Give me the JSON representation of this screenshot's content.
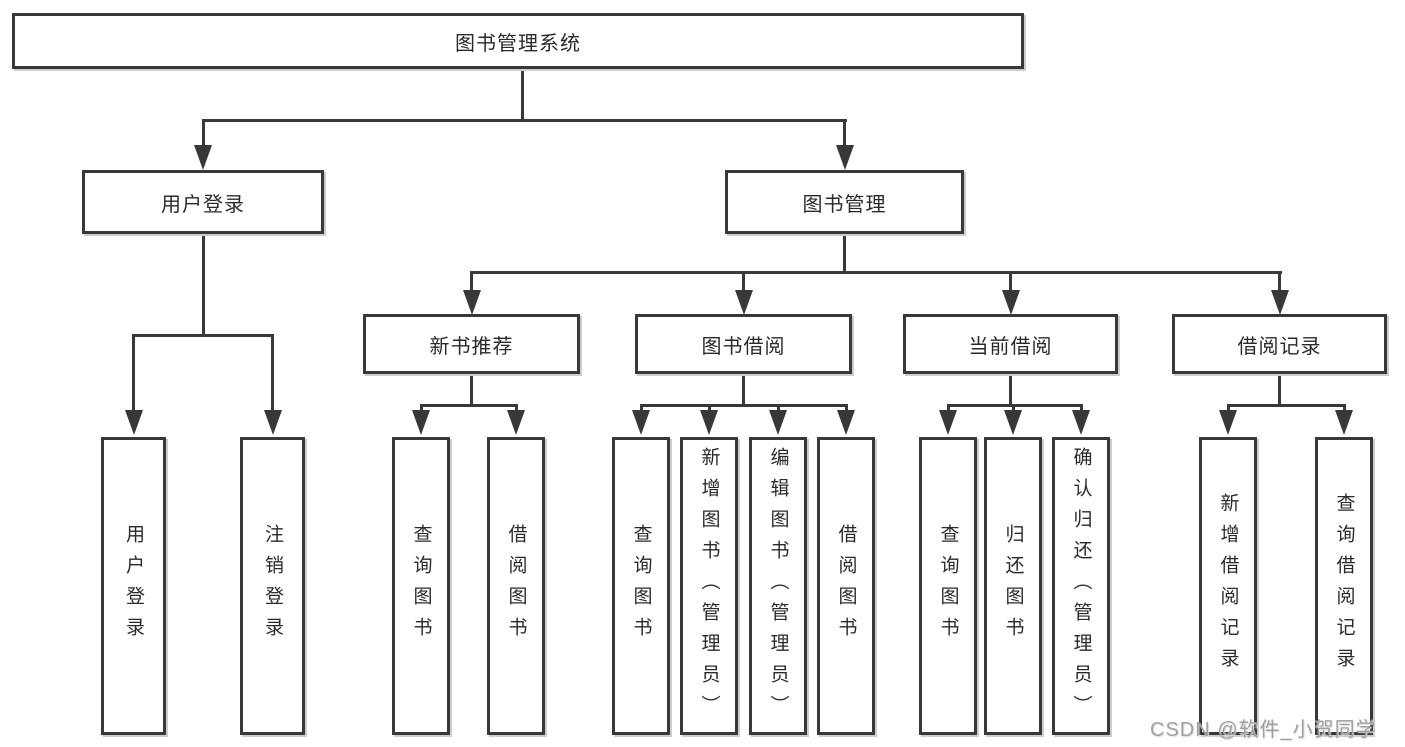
{
  "nodes": {
    "root": {
      "label": "图书管理系统"
    },
    "user_login": {
      "label": "用户登录"
    },
    "book_mgmt": {
      "label": "图书管理"
    },
    "new_book_rec": {
      "label": "新书推荐"
    },
    "book_borrow": {
      "label": "图书借阅"
    },
    "current_borrow": {
      "label": "当前借阅"
    },
    "borrow_record": {
      "label": "借阅记录"
    },
    "ul_user_login": {
      "label": "用户登录"
    },
    "ul_logout": {
      "label": "注销登录"
    },
    "nr_query_book": {
      "label": "查询图书"
    },
    "nr_borrow_book": {
      "label": "借阅图书"
    },
    "bb_query_book": {
      "label": "查询图书"
    },
    "bb_add_book": {
      "label": "新增图书（管理员）"
    },
    "bb_edit_book": {
      "label": "编辑图书（管理员）"
    },
    "bb_borrow_book": {
      "label": "借阅图书"
    },
    "cb_query_book": {
      "label": "查询图书"
    },
    "cb_return_book": {
      "label": "归还图书"
    },
    "cb_confirm_return": {
      "label": "确认归还（管理员）"
    },
    "br_add_record": {
      "label": "新增借阅记录"
    },
    "br_query_record": {
      "label": "查询借阅记录"
    }
  },
  "hierarchy": {
    "图书管理系统": {
      "用户登录": [
        "用户登录",
        "注销登录"
      ],
      "图书管理": {
        "新书推荐": [
          "查询图书",
          "借阅图书"
        ],
        "图书借阅": [
          "查询图书",
          "新增图书（管理员）",
          "编辑图书（管理员）",
          "借阅图书"
        ],
        "当前借阅": [
          "查询图书",
          "归还图书",
          "确认归还（管理员）"
        ],
        "借阅记录": [
          "新增借阅记录",
          "查询借阅记录"
        ]
      }
    }
  },
  "watermark": {
    "text": "CSDN @软件_小贺同学"
  },
  "colors": {
    "line": "#383838",
    "box_border": "#383838",
    "box_fill": "#ffffff",
    "text": "#2a2a2a",
    "watermark": "#a0a0a0",
    "background": "#ffffff"
  }
}
